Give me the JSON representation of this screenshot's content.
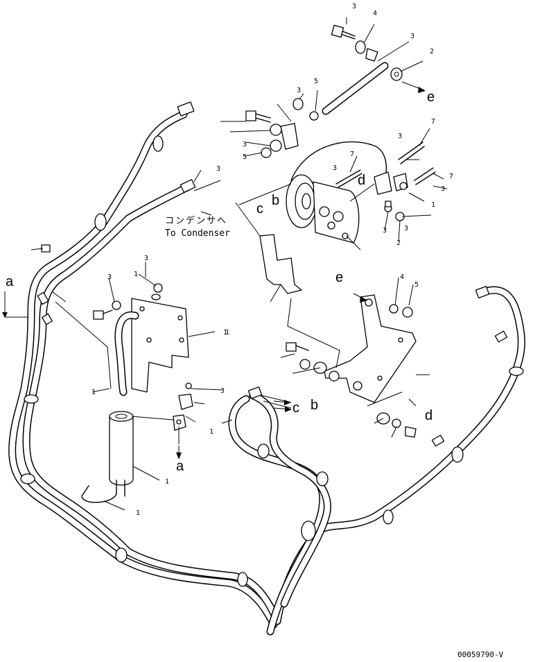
{
  "diagram": {
    "drawing_code": "00059790-V",
    "condenser_note": {
      "japanese": "コンデンサへ",
      "english": "To Condenser"
    },
    "labels": {
      "a_left": "a",
      "a_bottom": "a",
      "b_upper": "b",
      "c_upper": "c",
      "d_upper": "d",
      "e_upper": "e",
      "e_mid": "e",
      "c_lower": "c",
      "b_lower": "b",
      "d_lower": "d"
    },
    "part_numbers": {
      "p1": "3",
      "p2": "4",
      "p3": "3",
      "p4": "2",
      "p5": "3",
      "p6": "5",
      "p7": "5",
      "p8": "3",
      "p9": "3",
      "p10": "7",
      "p11": "7",
      "p12": "3",
      "p13": "7",
      "p14": "3",
      "p15": "1",
      "p16": "3",
      "p17": "3",
      "p18": "2",
      "p19": "4",
      "p20": "5",
      "p21": "3",
      "p22": "1",
      "p23": "3",
      "p24": "1",
      "p25": "1",
      "p26": "3",
      "p27": "1",
      "p28": "1",
      "p29": "1",
      "p30": "3",
      "p31": "1"
    }
  }
}
